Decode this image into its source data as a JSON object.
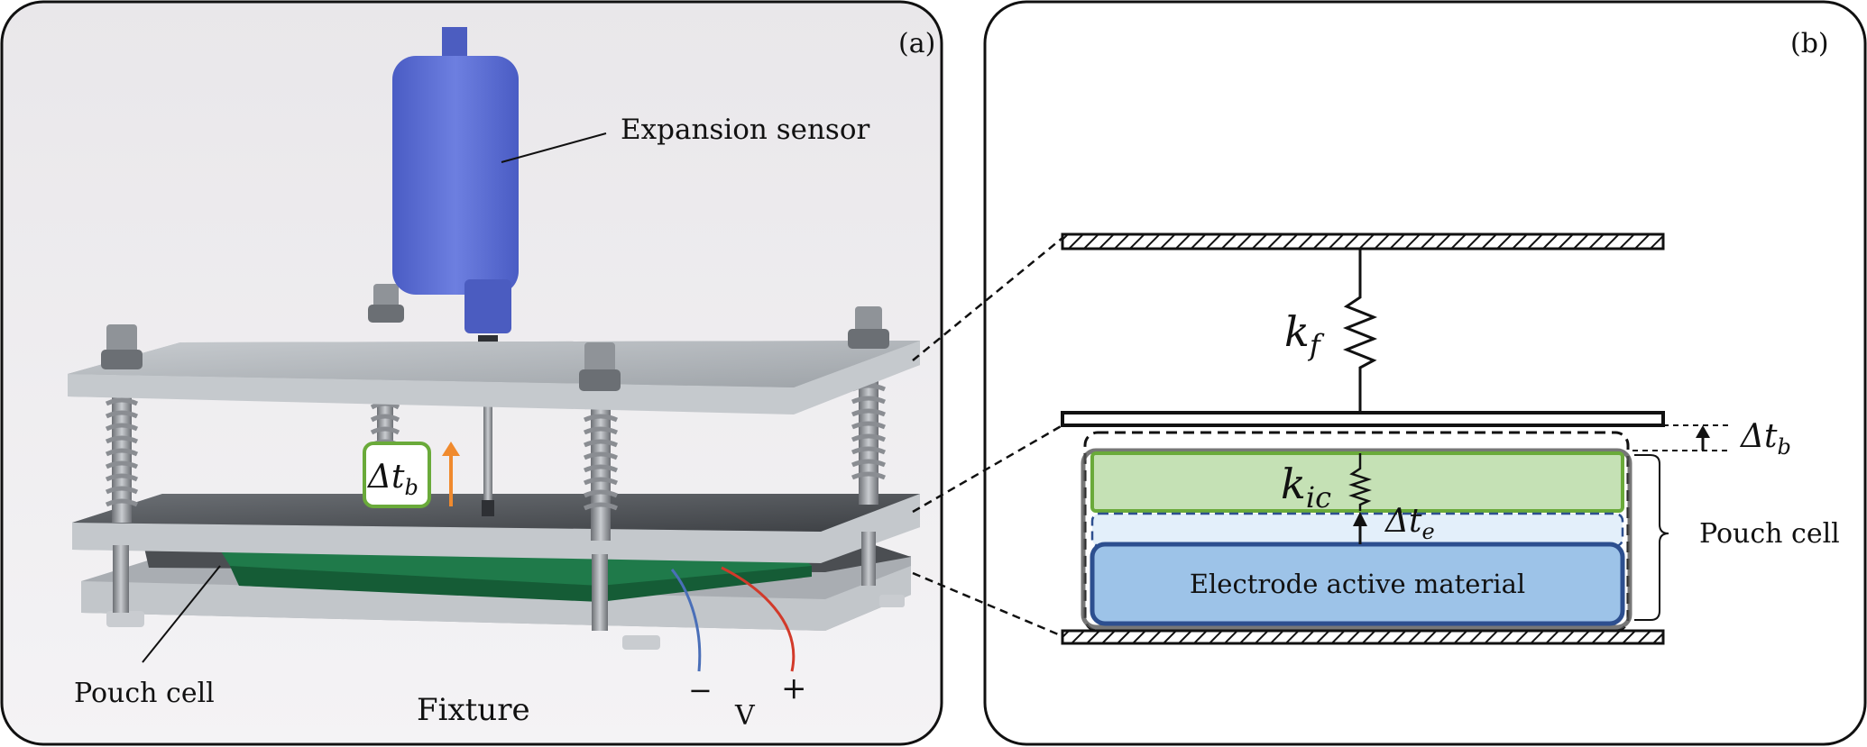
{
  "panel_a": {
    "tag": "(a)",
    "labels": {
      "expansion_sensor": "Expansion sensor",
      "pouch_cell": "Pouch cell",
      "fixture": "Fixture",
      "minus": "−",
      "plus": "+",
      "voltage": "V",
      "delta_tb": "Δt",
      "delta_tb_sub": "b"
    },
    "colors": {
      "sensor": "#5a6fd0",
      "plate": "#b9bdc2",
      "cell_green": "#1f7a4a",
      "box_border": "#6aaa3a",
      "arrow": "#f08a2e",
      "wire_neg": "#4a6fb8",
      "wire_pos": "#d23a2a"
    }
  },
  "panel_b": {
    "tag": "(b)",
    "labels": {
      "kf": "k",
      "kf_sub": "f",
      "kic": "k",
      "kic_sub": "ic",
      "delta_te": "Δt",
      "delta_te_sub": "e",
      "delta_tb": "Δt",
      "delta_tb_sub": "b",
      "pouch_cell": "Pouch cell",
      "electrode": "Electrode active material"
    },
    "colors": {
      "green_layer": "#c5e1b5",
      "green_border": "#6aaa3a",
      "blue_layer": "#9dc3e8",
      "blue_border": "#2d4f8f",
      "outline": "#555555"
    }
  }
}
